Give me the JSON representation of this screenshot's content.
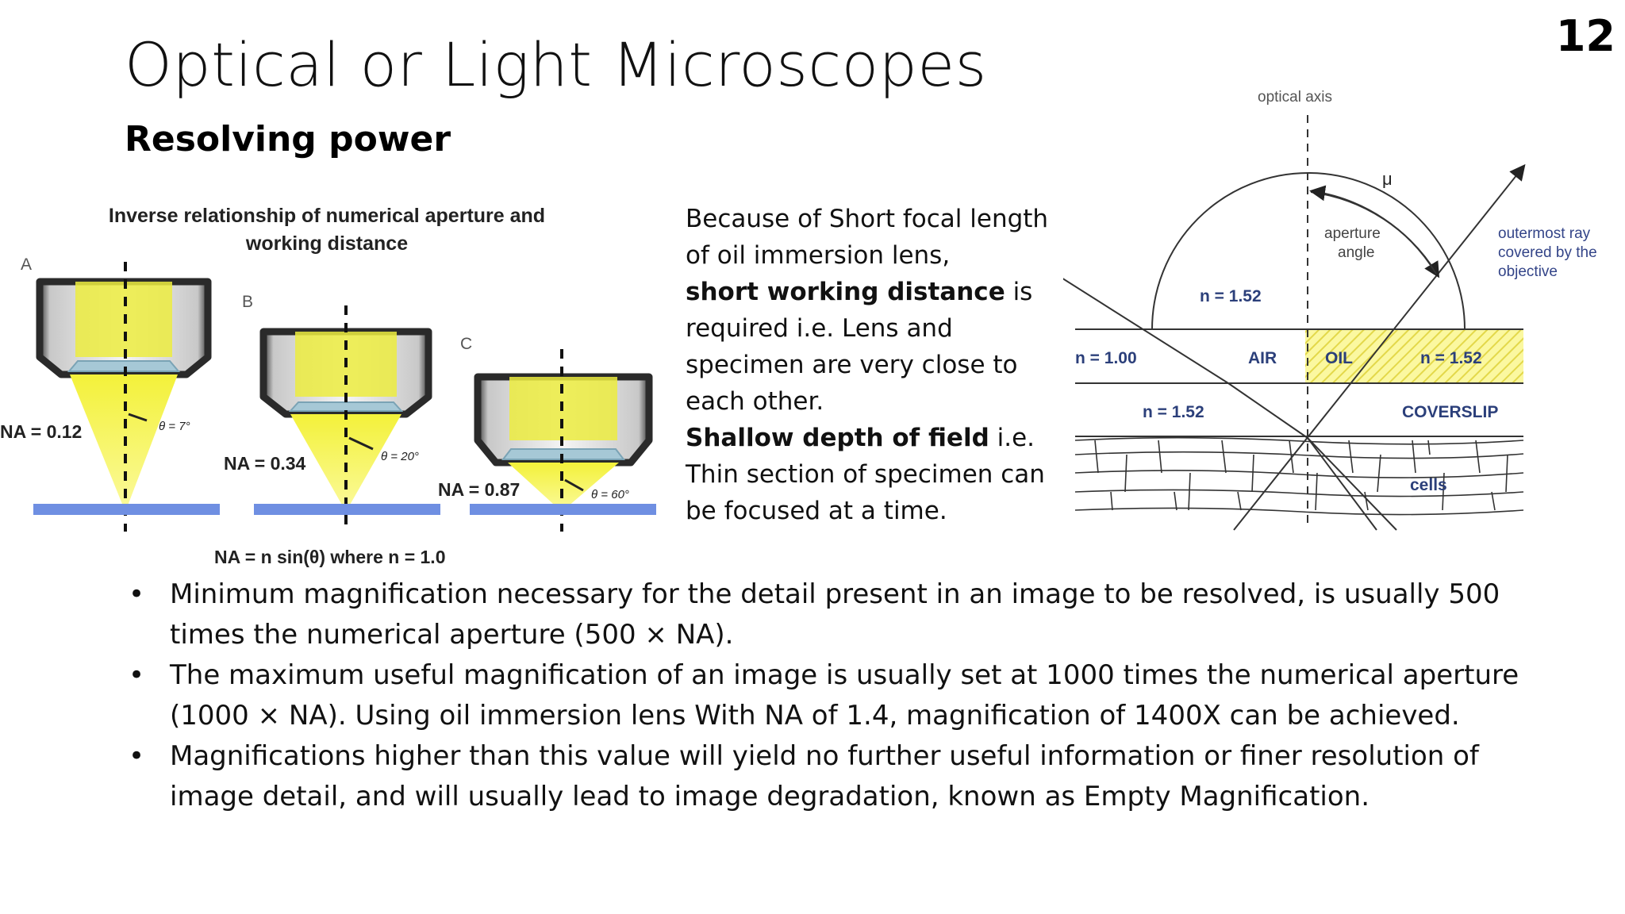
{
  "slide": {
    "title": "Optical or Light Microscopes",
    "subtitle": "Resolving power",
    "page_number": "12"
  },
  "figure_left": {
    "title_line1": "Inverse relationship of numerical aperture and",
    "title_line2": "working distance",
    "panels": [
      {
        "letter": "A",
        "na_label": "NA = 0.12",
        "angle_label": "θ = 7°"
      },
      {
        "letter": "B",
        "na_label": "NA = 0.34",
        "angle_label": "θ = 20°"
      },
      {
        "letter": "C",
        "na_label": "NA = 0.87",
        "angle_label": "θ = 60°"
      }
    ],
    "formula": "NA = n sin(θ) where n = 1.0"
  },
  "side_text": {
    "p1": "Because of Short focal length of oil immersion lens,",
    "p2_bold": "short working distance",
    "p2_rest": " is required i.e. Lens and specimen are very close to each other.",
    "p3_bold": "Shallow depth of field",
    "p3_rest": " i.e. Thin section of specimen can be focused at a time."
  },
  "figure_right": {
    "optical_axis": "optical axis",
    "mu": "μ",
    "aperture_angle_1": "aperture",
    "aperture_angle_2": "angle",
    "outermost_1": "outermost ray",
    "outermost_2": "covered by the",
    "outermost_3": "objective",
    "n_lens": "n = 1.52",
    "n_air": "n = 1.00",
    "air": "AIR",
    "oil": "OIL",
    "n_oil": "n = 1.52",
    "n_cover": "n = 1.52",
    "coverslip": "COVERSLIP",
    "cells": "cells"
  },
  "bullets": [
    "Minimum magnification necessary for the detail present in an image to be resolved, is usually 500 times the numerical aperture (500 × NA).",
    "The maximum useful magnification of an image is usually set at 1000 times the numerical aperture (1000 × NA). Using oil immersion lens With NA of 1.4, magnification of 1400X can be achieved.",
    "Magnifications higher than this value will yield no further useful information or finer resolution of image detail, and will usually lead to image degradation, known as Empty Magnification."
  ]
}
